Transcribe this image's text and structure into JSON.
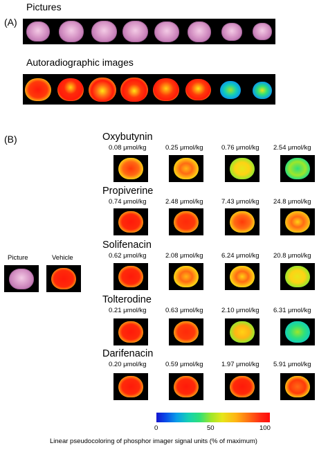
{
  "panel_a": {
    "label": "(A)",
    "pictures_title": "Pictures",
    "autoradio_title": "Autoradiographic images"
  },
  "panel_b": {
    "label": "(B)",
    "picture_label": "Picture",
    "vehicle_label": "Vehicle",
    "drugs": [
      {
        "name": "Oxybutynin",
        "doses": [
          "0.08 μmol/kg",
          "0.25 μmol/kg",
          "0.76 μmol/kg",
          "2.54 μmol/kg"
        ]
      },
      {
        "name": "Propiverine",
        "doses": [
          "0.74 μmol/kg",
          "2.48 μmol/kg",
          "7.43 μmol/kg",
          "24.8 μmol/kg"
        ]
      },
      {
        "name": "Solifenacin",
        "doses": [
          "0.62 μmol/kg",
          "2.08 μmol/kg",
          "6.24 μmol/kg",
          "20.8 μmol/kg"
        ]
      },
      {
        "name": "Tolterodine",
        "doses": [
          "0.21 μmol/kg",
          "0.63 μmol/kg",
          "2.10 μmol/kg",
          "6.31 μmol/kg"
        ]
      },
      {
        "name": "Darifenacin",
        "doses": [
          "0.20 μmol/kg",
          "0.59 μmol/kg",
          "1.97 μmol/kg",
          "5.91 μmol/kg"
        ]
      }
    ]
  },
  "colorbar": {
    "ticks": [
      "0",
      "50",
      "100"
    ],
    "caption": "Linear pseudocoloring of phosphor imager signal units (% of maximum)"
  }
}
